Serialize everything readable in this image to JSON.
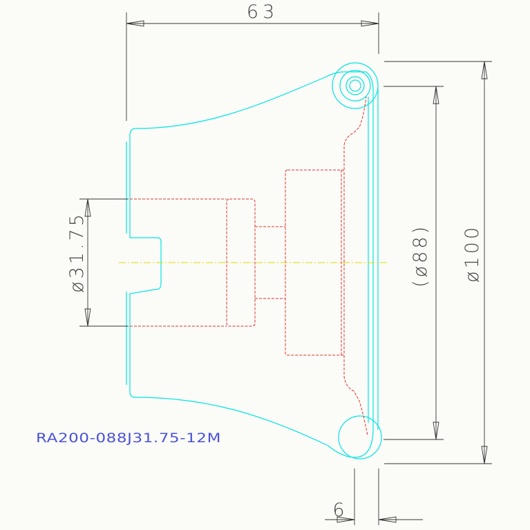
{
  "drawing": {
    "part_number": "RA200-088J31.75-12M",
    "dimensions": {
      "overall_length": "63",
      "bore_diameter": "ø31.75",
      "reference_diameter": "(ø88)",
      "outer_diameter": "ø100",
      "flange_width": "6"
    }
  },
  "colors": {
    "background": "#fbfbf7",
    "outline": "#00e5e5",
    "hidden_lines": "#e03030",
    "centerline": "#e5d800",
    "dimension": "#333333",
    "label": "#4a52d8"
  }
}
